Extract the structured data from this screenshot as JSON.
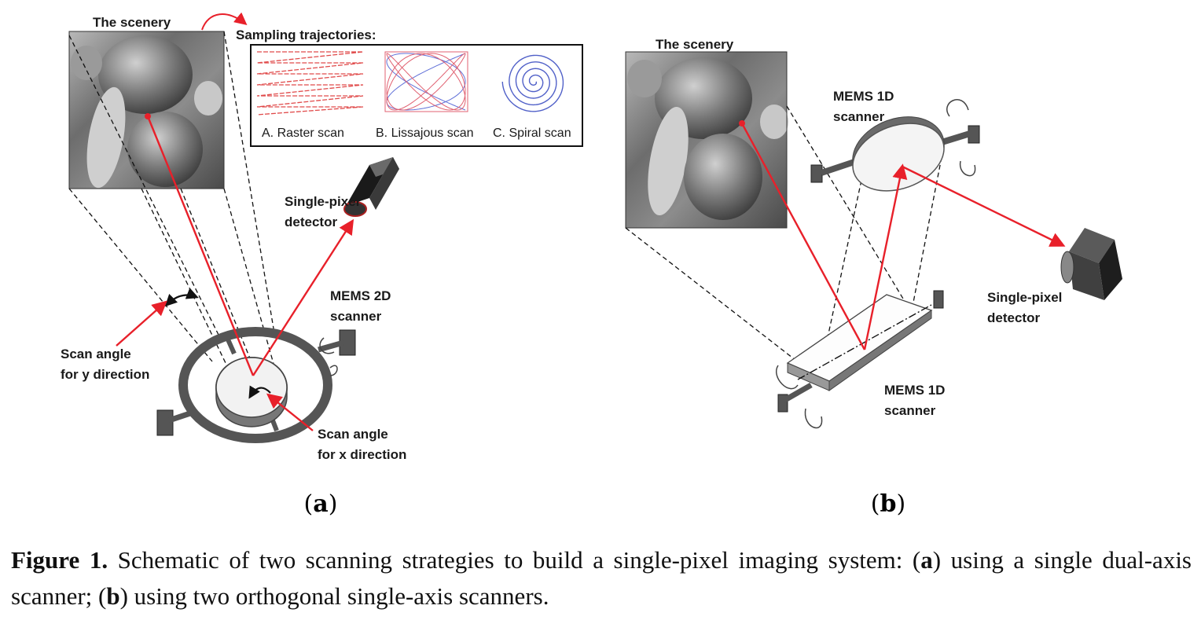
{
  "panel_a": {
    "scenery_label": "The scenery",
    "trajectories_title": "Sampling trajectories:",
    "raster_label": "A. Raster scan",
    "lissajous_label": "B. Lissajous scan",
    "spiral_label": "C. Spiral scan",
    "detector_line1": "Single-pixel",
    "detector_line2": "detector",
    "scanner_line1": "MEMS 2D",
    "scanner_line2": "scanner",
    "scan_y_line1": "Scan angle",
    "scan_y_line2": "for y direction",
    "scan_x_line1": "Scan angle",
    "scan_x_line2": "for x direction",
    "tag_open": "(",
    "tag_letter": "a",
    "tag_close": ")"
  },
  "panel_b": {
    "scenery_label": "The scenery",
    "scanner_top_line1": "MEMS 1D",
    "scanner_top_line2": "scanner",
    "detector_line1": "Single-pixel",
    "detector_line2": "detector",
    "scanner_bottom_line1": "MEMS 1D",
    "scanner_bottom_line2": "scanner",
    "tag_open": "(",
    "tag_letter": "b",
    "tag_close": ")"
  },
  "caption": {
    "figure_label": "Figure 1.",
    "text_1": " Schematic of two scanning strategies to build a single-pixel imaging system: (",
    "bold_a": "a",
    "text_2": ") using a single dual-axis scanner; (",
    "bold_b": "b",
    "text_3": ") using two orthogonal single-axis scanners."
  },
  "colors": {
    "beam": "#e8202a",
    "frame": "#555555",
    "raster": "#e04a4a",
    "lissajous_red": "#e06070",
    "lissajous_blue": "#6070d8",
    "spiral": "#5060c8"
  }
}
